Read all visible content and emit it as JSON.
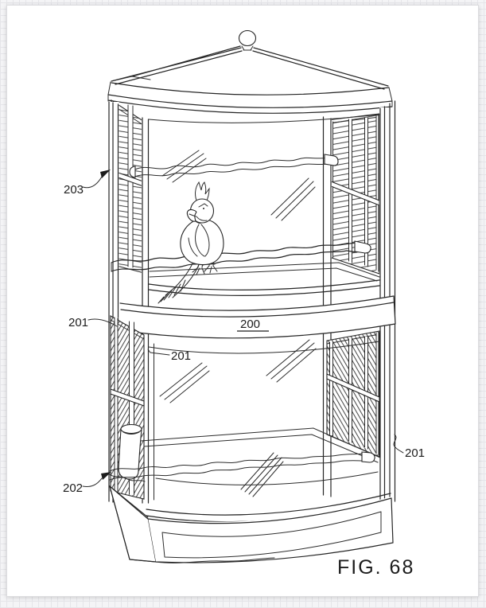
{
  "figure": {
    "caption": "FIG.  68",
    "labels": {
      "roof_panel": "203",
      "band": "200",
      "frame_left": "201",
      "frame_front": "201",
      "frame_right": "201",
      "base": "202"
    }
  },
  "colors": {
    "paper": "#ffffff",
    "ink": "#262626",
    "grid_line": "#e5e5e9",
    "margin_bg": "#f4f4f6"
  }
}
